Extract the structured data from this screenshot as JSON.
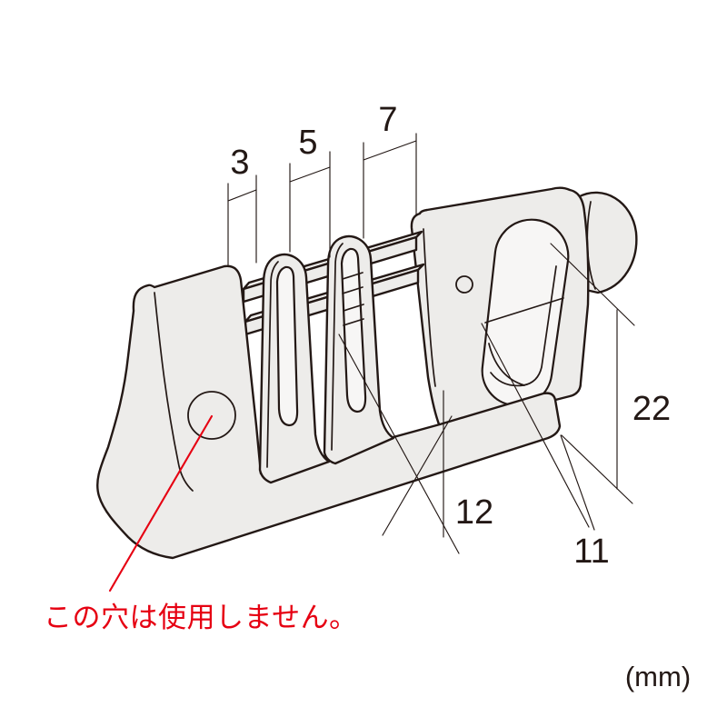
{
  "diagram": {
    "type": "technical-drawing",
    "subject": "cable-clamp-part-isometric-view",
    "unit_label": "(mm)",
    "note_text": "この穴は使用しません。",
    "dimensions": {
      "d3": "3",
      "d5": "5",
      "d7": "7",
      "d12": "12",
      "d11": "11",
      "d22": "22"
    },
    "colors": {
      "outline": "#231815",
      "part_fill": "#edecea",
      "note_red": "#e60012",
      "background": "#ffffff"
    }
  }
}
